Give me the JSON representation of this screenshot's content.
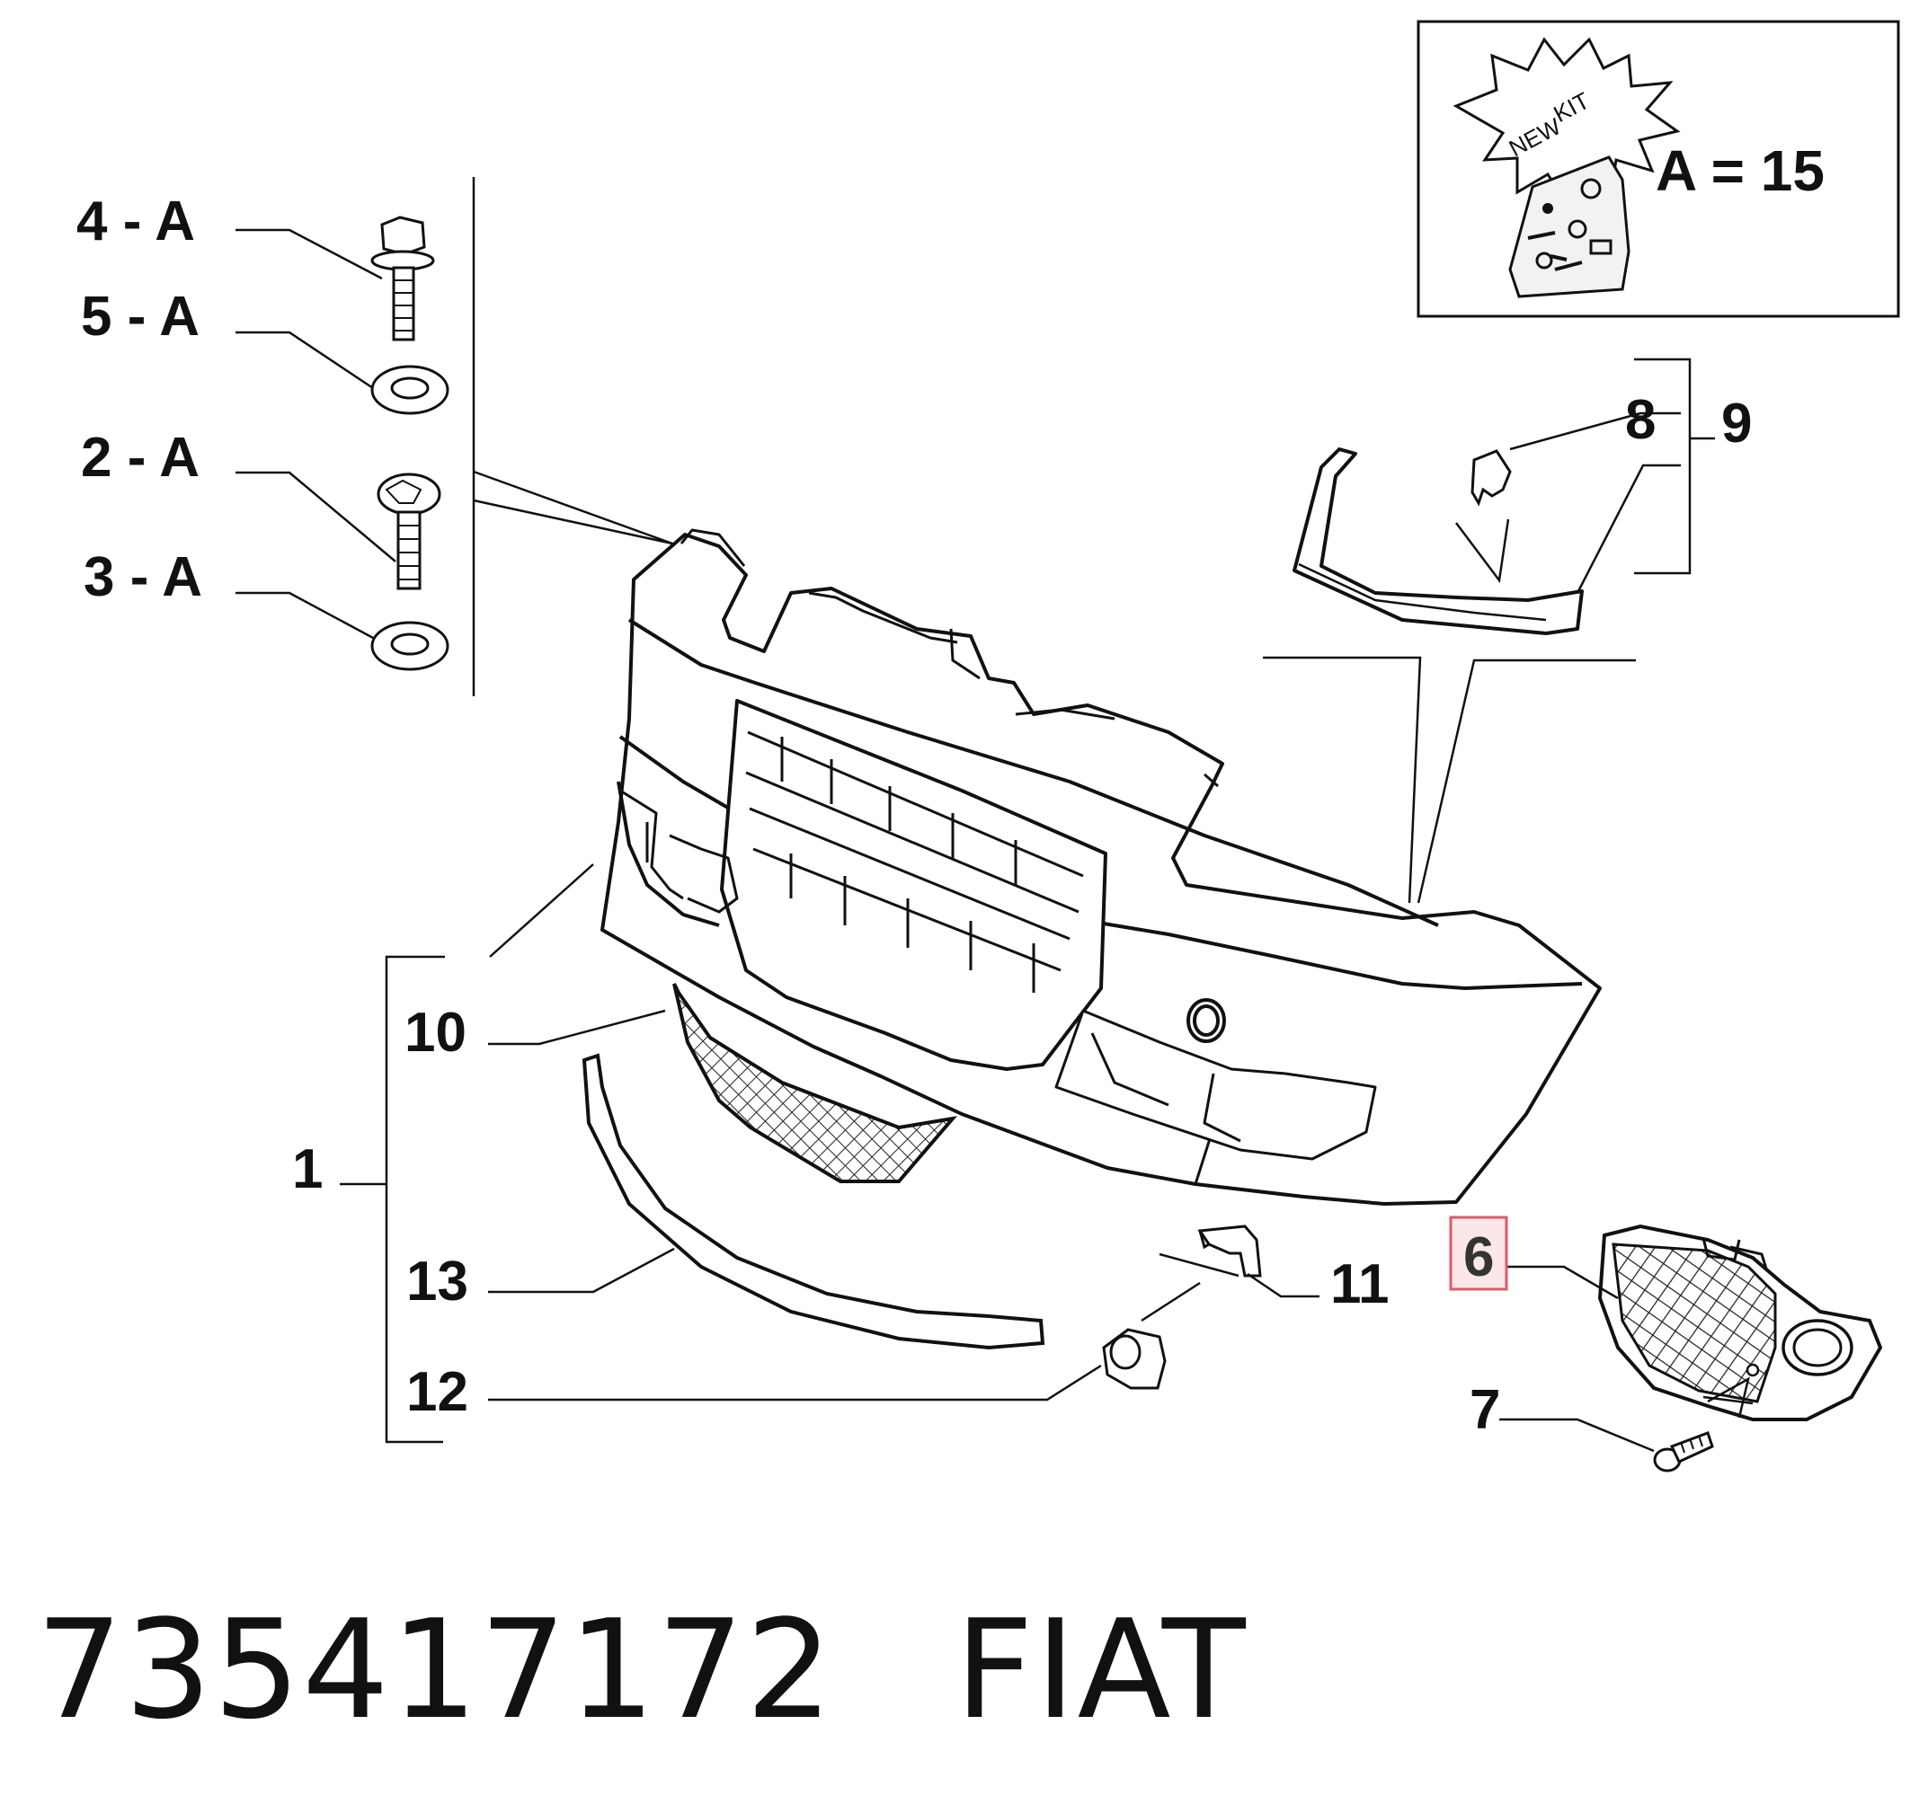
{
  "diagram": {
    "callouts": {
      "c4A": "4 - A",
      "c5A": "5 - A",
      "c2A": "2 - A",
      "c3A": "3 - A",
      "c8": "8",
      "c9": "9",
      "c10": "10",
      "c1": "1",
      "c13": "13",
      "c12": "12",
      "c11": "11",
      "c6": "6",
      "c7": "7"
    },
    "highlighted_callout": "6",
    "highlight_color": "#e05a66",
    "kit_box": {
      "badge_line1": "NEW",
      "badge_line2": "KIT",
      "formula": "A = 15"
    }
  },
  "footer": {
    "part_number": "735417172",
    "brand": "FIAT"
  }
}
